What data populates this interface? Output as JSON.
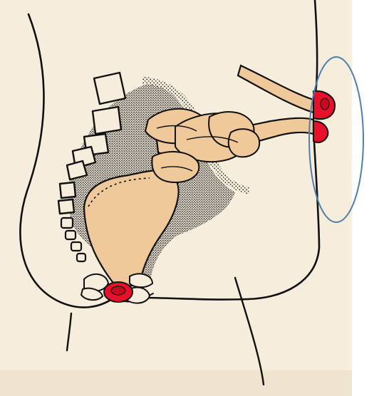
{
  "figure": {
    "subject": "sagittal-pelvis-anatomy-illustration",
    "colors": {
      "page_background": "#ffffff",
      "paper": "#f6eddc",
      "paper_shadow": "#e9dcc3",
      "bone_outline": "#111111",
      "bowel_fill": "#efc99a",
      "bowel_shade": "#e2b47f",
      "stoma_red": "#e8102a",
      "stipple": "#1a1a1a",
      "highlight_ellipse": "#4f7fae"
    },
    "elements": [
      {
        "name": "body-contour",
        "label": ""
      },
      {
        "name": "sacrum-vertebrae",
        "label": ""
      },
      {
        "name": "coccyx-segments",
        "label": ""
      },
      {
        "name": "pelvic-fat-stipple",
        "label": ""
      },
      {
        "name": "rectal-stump",
        "label": ""
      },
      {
        "name": "small-bowel-loops",
        "label": ""
      },
      {
        "name": "colon-limb",
        "label": ""
      },
      {
        "name": "abdominal-stoma",
        "label": ""
      },
      {
        "name": "perineal-stoma",
        "label": ""
      },
      {
        "name": "highlight-ellipse",
        "label": ""
      }
    ]
  }
}
